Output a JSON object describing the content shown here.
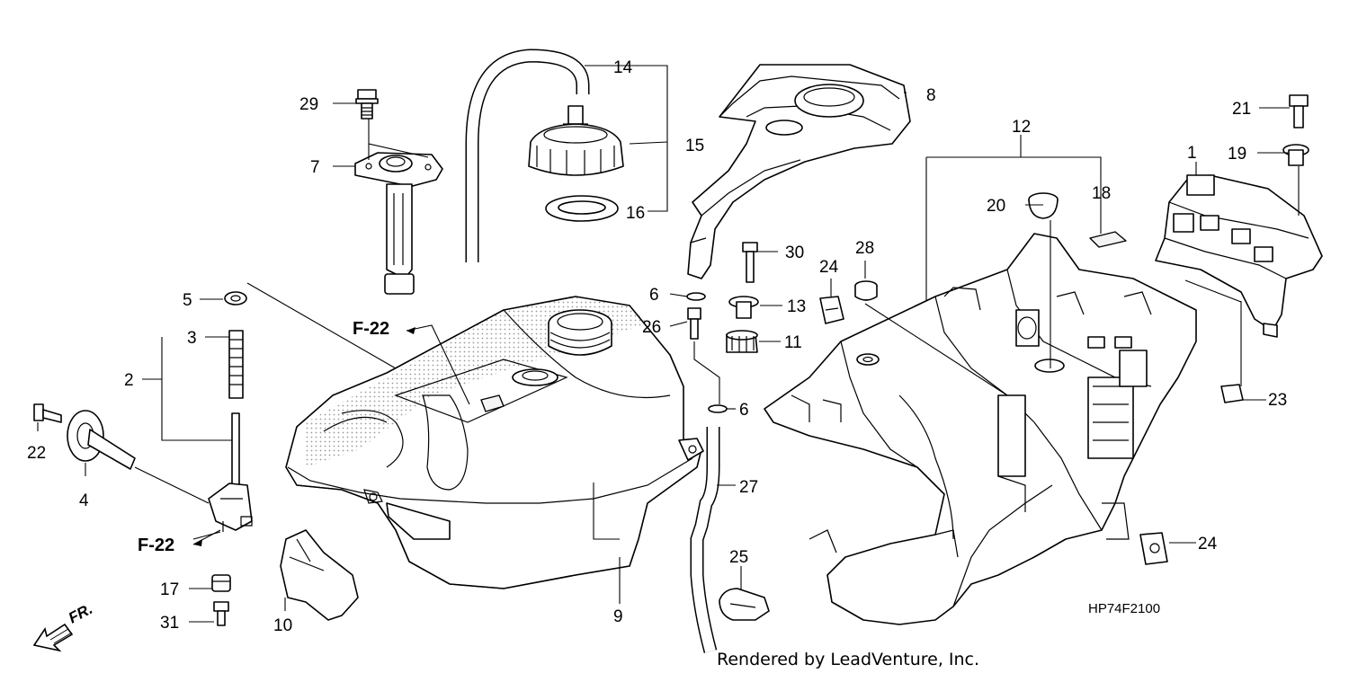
{
  "diagram": {
    "code": "HP74F2100",
    "credit": "Rendered by LeadVenture, Inc.",
    "front_arrow_label": "FR.",
    "ref_labels": [
      "F-22",
      "F-22"
    ],
    "callouts": [
      {
        "id": "c1",
        "text": "1"
      },
      {
        "id": "c2",
        "text": "2"
      },
      {
        "id": "c3",
        "text": "3"
      },
      {
        "id": "c4",
        "text": "4"
      },
      {
        "id": "c5",
        "text": "5"
      },
      {
        "id": "c6a",
        "text": "6"
      },
      {
        "id": "c6b",
        "text": "6"
      },
      {
        "id": "c7",
        "text": "7"
      },
      {
        "id": "c8",
        "text": "8"
      },
      {
        "id": "c9",
        "text": "9"
      },
      {
        "id": "c10",
        "text": "10"
      },
      {
        "id": "c11",
        "text": "11"
      },
      {
        "id": "c12",
        "text": "12"
      },
      {
        "id": "c13",
        "text": "13"
      },
      {
        "id": "c14",
        "text": "14"
      },
      {
        "id": "c15",
        "text": "15"
      },
      {
        "id": "c16",
        "text": "16"
      },
      {
        "id": "c17",
        "text": "17"
      },
      {
        "id": "c18",
        "text": "18"
      },
      {
        "id": "c19",
        "text": "19"
      },
      {
        "id": "c20",
        "text": "20"
      },
      {
        "id": "c21",
        "text": "21"
      },
      {
        "id": "c22",
        "text": "22"
      },
      {
        "id": "c23",
        "text": "23"
      },
      {
        "id": "c24a",
        "text": "24"
      },
      {
        "id": "c24b",
        "text": "24"
      },
      {
        "id": "c25",
        "text": "25"
      },
      {
        "id": "c26",
        "text": "26"
      },
      {
        "id": "c27",
        "text": "27"
      },
      {
        "id": "c28",
        "text": "28"
      },
      {
        "id": "c29",
        "text": "29"
      },
      {
        "id": "c30",
        "text": "30"
      },
      {
        "id": "c31",
        "text": "31"
      }
    ]
  }
}
